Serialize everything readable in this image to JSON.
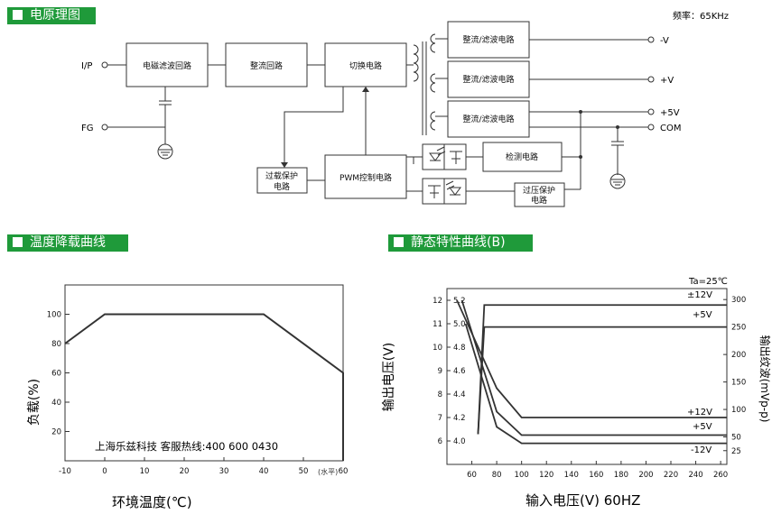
{
  "sections": {
    "circuit": "电原理图",
    "derating": "温度降载曲线",
    "static": "静态特性曲线(B)"
  },
  "circuit": {
    "frequency": "频率：65KHz",
    "input_label": "I/P",
    "fg_label": "FG",
    "blocks": {
      "emi": "电磁滤波回路",
      "rectifier": "整流回路",
      "switch": "切换电路",
      "rect_filter_1": "整流/滤波电路",
      "rect_filter_2": "整流/滤波电路",
      "rect_filter_3": "整流/滤波电路",
      "detect": "检测电路",
      "pwm": "PWM控制电路",
      "overload_1": "过载保护",
      "overload_2": "电路",
      "overvolt_1": "过压保护",
      "overvolt_2": "电路"
    },
    "outputs": [
      "-V",
      "+V",
      "+5V",
      "COM"
    ]
  },
  "derating": {
    "xlabel": "环境温度(℃)",
    "ylabel": "负载(%)",
    "x_unit": "(水平)",
    "watermark": "上海乐兹科技 客服热线:400 600 0430",
    "xticks": [
      "-10",
      "0",
      "10",
      "20",
      "30",
      "40",
      "50",
      "60"
    ],
    "yticks": [
      "20",
      "40",
      "60",
      "80",
      "100"
    ]
  },
  "static": {
    "ta": "Ta=25℃",
    "xlabel": "输入电压(V) 60HZ",
    "ylabel_left": "输出电压(V)",
    "ylabel_right": "输出纹波(mVp-p)",
    "xticks": [
      "60",
      "80",
      "100",
      "120",
      "140",
      "160",
      "180",
      "200",
      "220",
      "240",
      "260"
    ],
    "y_outer": [
      "4.0",
      "4.2",
      "4.4",
      "4.6",
      "4.8",
      "5.0",
      "5.2"
    ],
    "y_inner": [
      "6",
      "7",
      "8",
      "9",
      "10",
      "11",
      "12"
    ],
    "y_right": [
      "25",
      "50",
      "100",
      "150",
      "200",
      "250",
      "300"
    ],
    "labels": [
      "±12V",
      "+5V",
      "+12V",
      "+5V",
      "-12V"
    ]
  },
  "chart_data": [
    {
      "type": "line",
      "title": "温度降载曲线",
      "xlabel": "环境温度(℃)",
      "ylabel": "负载(%)",
      "xlim": [
        -10,
        60
      ],
      "ylim": [
        0,
        120
      ],
      "series": [
        {
          "x": [
            -10,
            0,
            40,
            60,
            60
          ],
          "y": [
            80,
            100,
            100,
            60,
            0
          ]
        }
      ]
    },
    {
      "type": "line",
      "title": "静态特性曲线(B)",
      "xlabel": "输入电压(V) 60HZ",
      "ylabel": "输出电压(V)",
      "y2label": "输出纹波(mVp-p)",
      "xlim": [
        40,
        265
      ],
      "ylim": [
        3.8,
        5.3
      ],
      "ylim_right": [
        0,
        320
      ],
      "series": [
        {
          "name": "±12V",
          "axis": "right",
          "x": [
            65,
            70,
            265
          ],
          "y": [
            55,
            290,
            290
          ]
        },
        {
          "name": "+5V",
          "axis": "right",
          "x": [
            65,
            70,
            265
          ],
          "y": [
            55,
            250,
            250
          ]
        },
        {
          "name": "+12V",
          "axis": "left",
          "x": [
            48,
            80,
            100,
            265
          ],
          "y": [
            5.2,
            4.45,
            4.2,
            4.2
          ]
        },
        {
          "name": "+5V",
          "axis": "left",
          "x": [
            52,
            80,
            100,
            265
          ],
          "y": [
            5.2,
            4.25,
            4.05,
            4.05
          ]
        },
        {
          "name": "-12V",
          "axis": "left",
          "x": [
            55,
            80,
            100,
            265
          ],
          "y": [
            5.0,
            4.12,
            3.98,
            3.98
          ]
        }
      ]
    }
  ]
}
